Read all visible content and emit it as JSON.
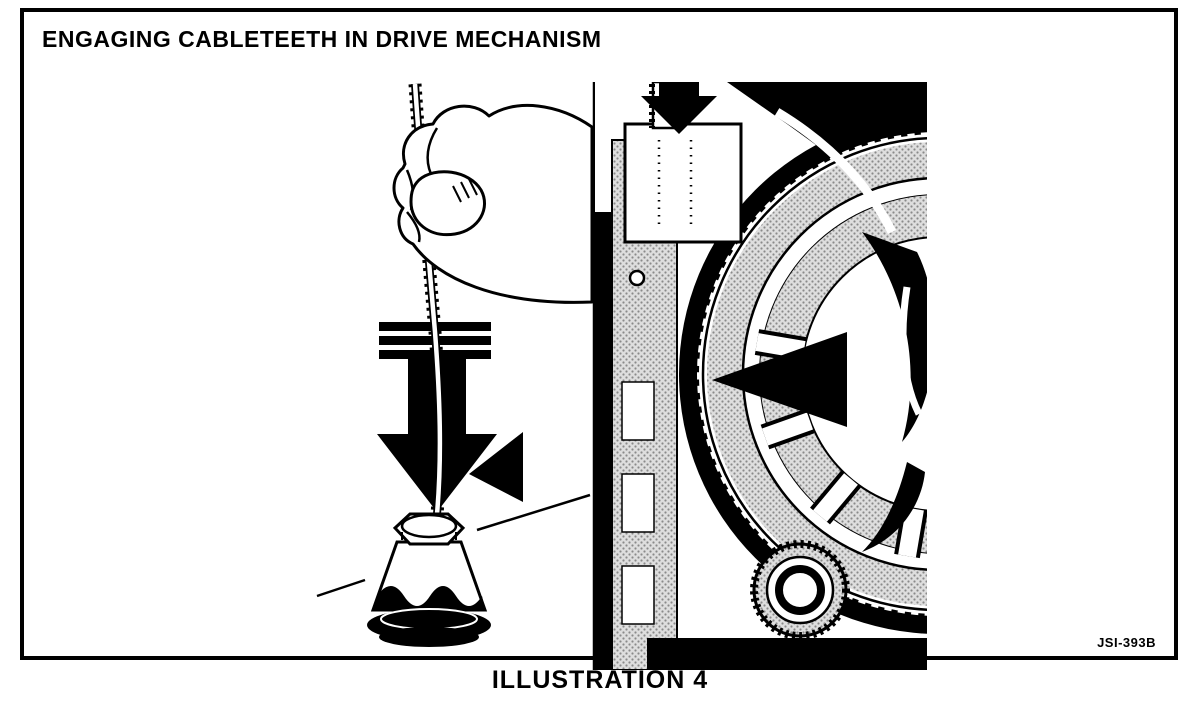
{
  "figure": {
    "title": "ENGAGING CABLETEETH IN DRIVE MECHANISM",
    "caption": "ILLUSTRATION 4",
    "reference_code": "JSI-393B"
  },
  "colors": {
    "ink": "#000000",
    "paper": "#ffffff"
  },
  "illustration": {
    "left_panel": "hand-inserting-cable-into-drive-fitting",
    "right_panel": "cable-teeth-engaging-drive-gear"
  }
}
